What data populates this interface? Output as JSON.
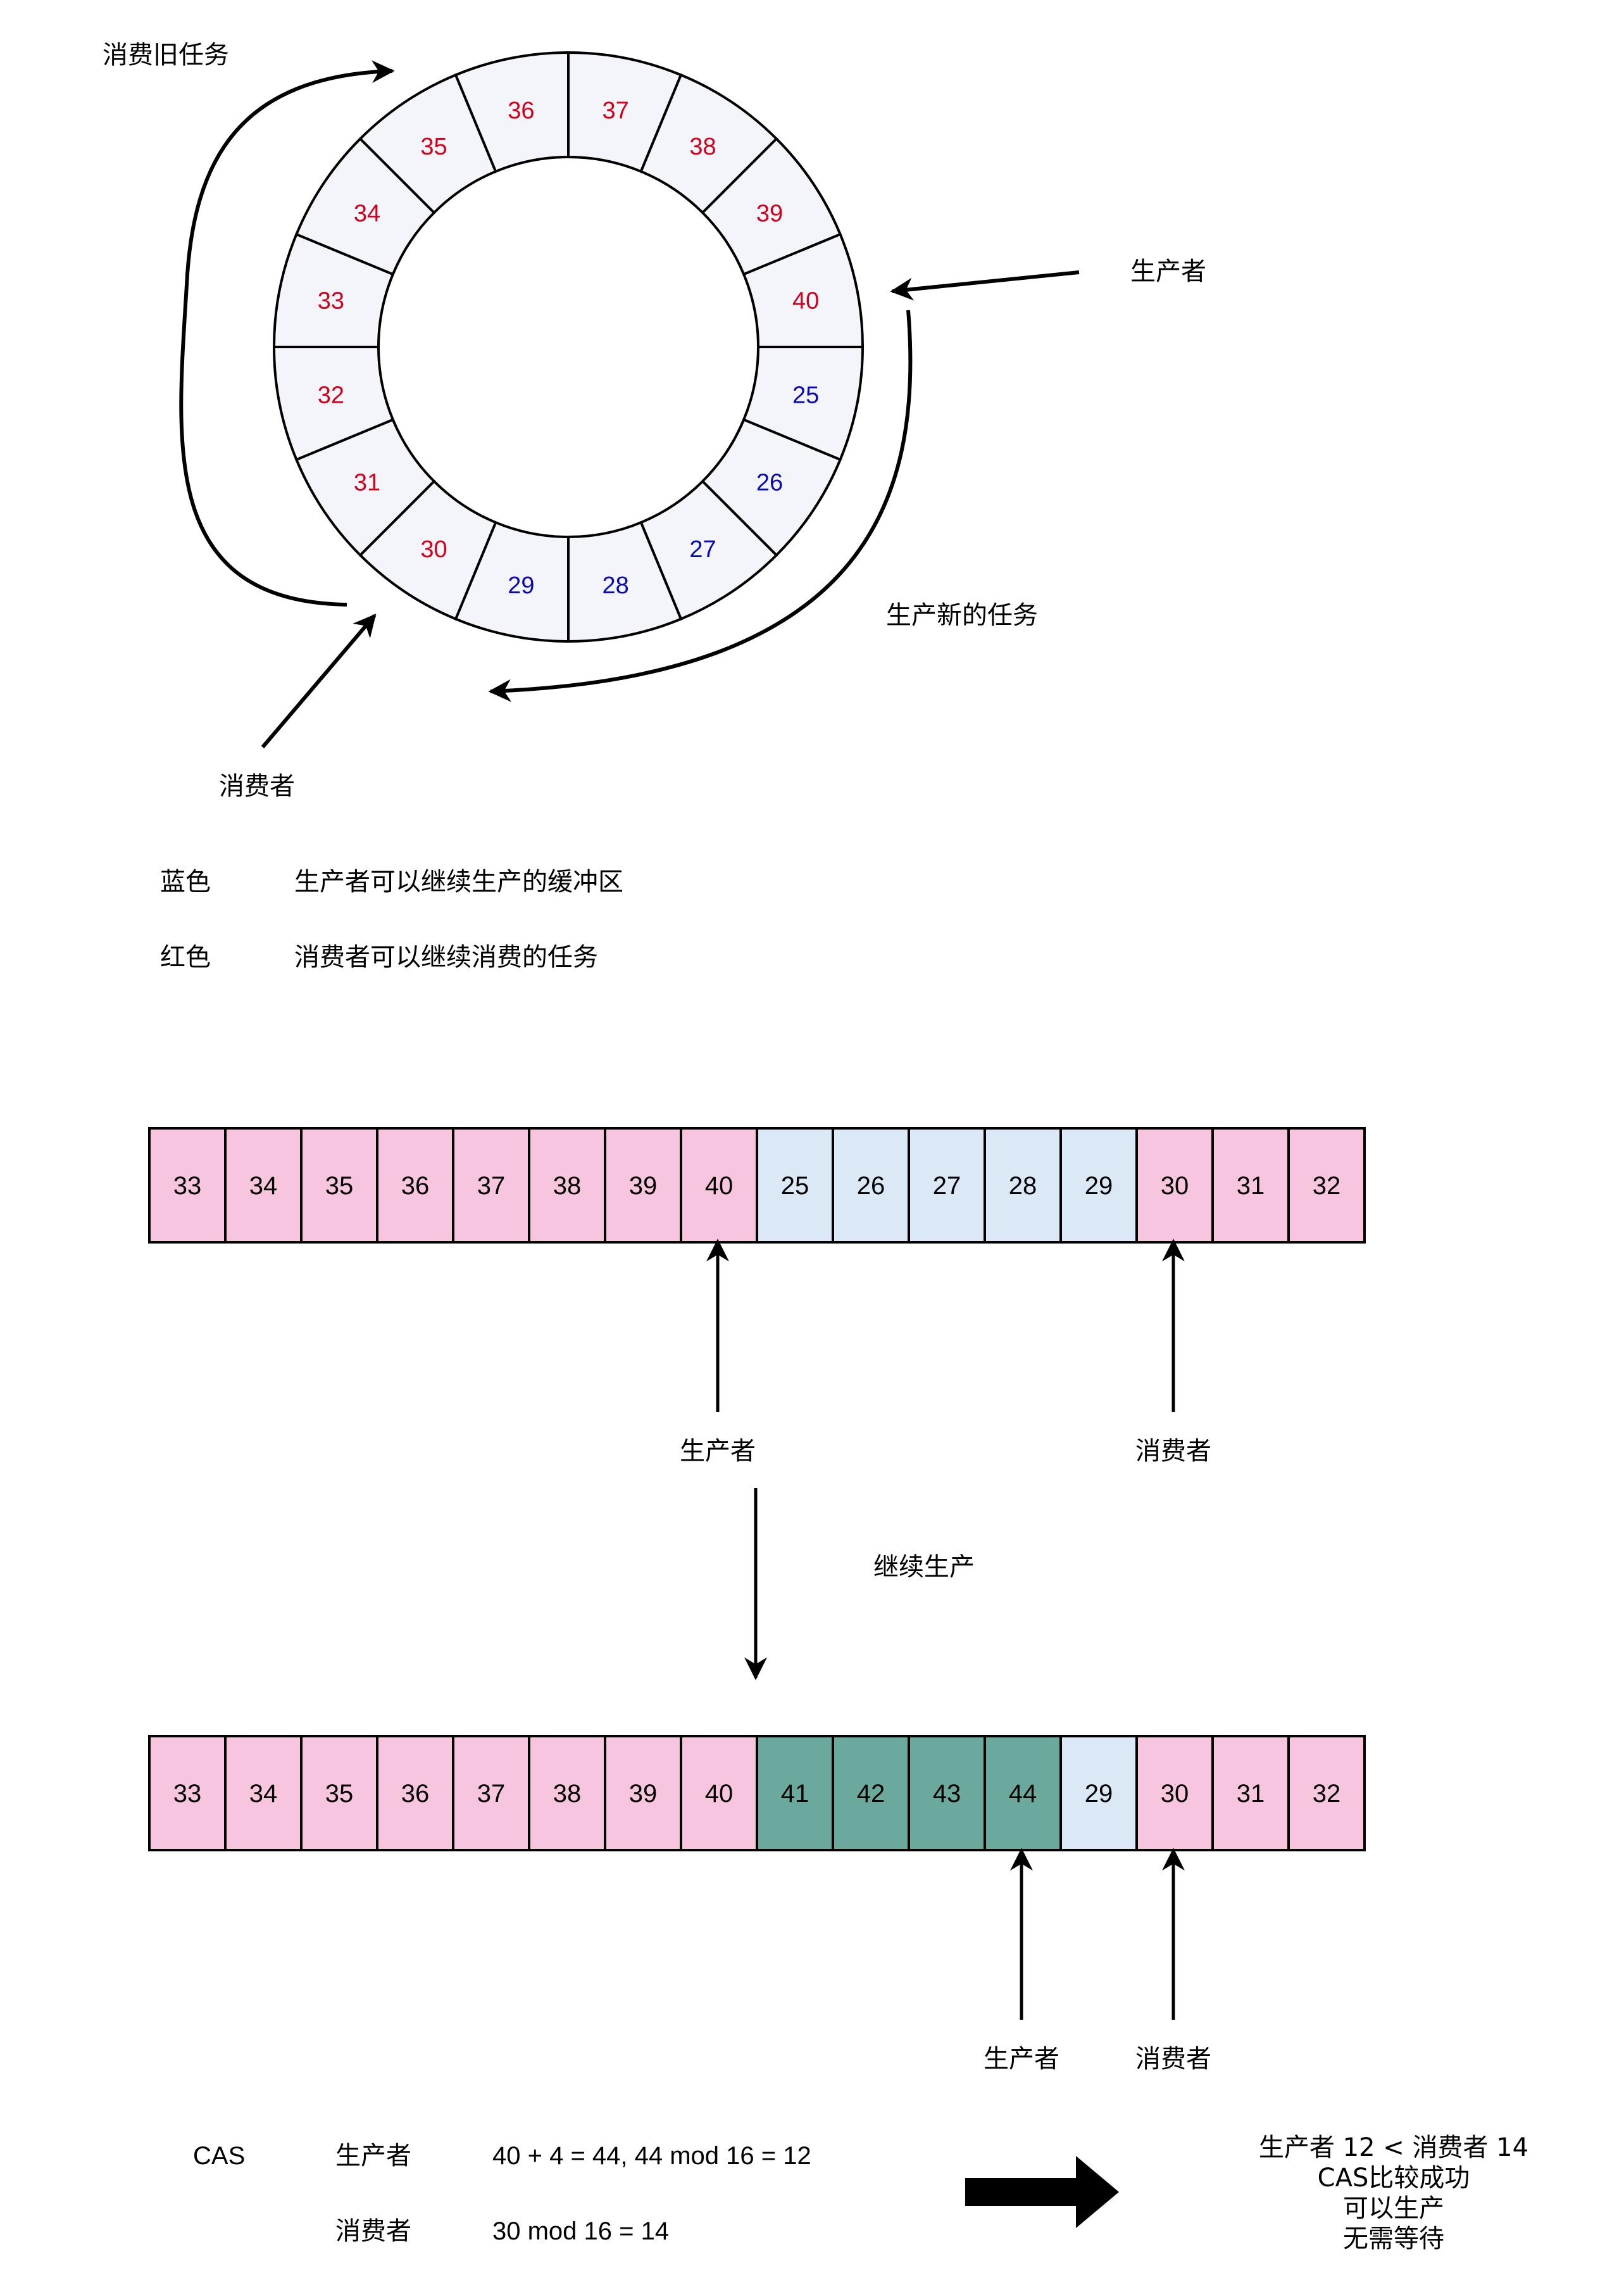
{
  "colors": {
    "red": "#d4001a",
    "blue": "#0a0ab5",
    "ring_fill": "#f4f5fa",
    "consumable_fill": "#f8c5de",
    "producible_fill": "#dbe8f6",
    "produced_fill": "#6aa99b"
  },
  "ring": {
    "slots": [
      {
        "label": "37",
        "kind": "red"
      },
      {
        "label": "38",
        "kind": "red"
      },
      {
        "label": "39",
        "kind": "red"
      },
      {
        "label": "40",
        "kind": "red"
      },
      {
        "label": "25",
        "kind": "blue"
      },
      {
        "label": "26",
        "kind": "blue"
      },
      {
        "label": "27",
        "kind": "blue"
      },
      {
        "label": "28",
        "kind": "blue"
      },
      {
        "label": "29",
        "kind": "blue"
      },
      {
        "label": "30",
        "kind": "red"
      },
      {
        "label": "31",
        "kind": "red"
      },
      {
        "label": "32",
        "kind": "red"
      },
      {
        "label": "33",
        "kind": "red"
      },
      {
        "label": "34",
        "kind": "red"
      },
      {
        "label": "35",
        "kind": "red"
      },
      {
        "label": "36",
        "kind": "red"
      }
    ],
    "consume_old_label": "消费旧任务",
    "producer_label": "生产者",
    "produce_new_label": "生产新的任务",
    "consumer_label": "消费者"
  },
  "legend": [
    {
      "key": "蓝色",
      "text": "生产者可以继续生产的缓冲区",
      "color": "blue"
    },
    {
      "key": "红色",
      "text": "消费者可以继续消费的任务",
      "color": "red"
    }
  ],
  "array1": {
    "cells": [
      {
        "label": "33",
        "kind": "consumable"
      },
      {
        "label": "34",
        "kind": "consumable"
      },
      {
        "label": "35",
        "kind": "consumable"
      },
      {
        "label": "36",
        "kind": "consumable"
      },
      {
        "label": "37",
        "kind": "consumable"
      },
      {
        "label": "38",
        "kind": "consumable"
      },
      {
        "label": "39",
        "kind": "consumable"
      },
      {
        "label": "40",
        "kind": "consumable"
      },
      {
        "label": "25",
        "kind": "producible"
      },
      {
        "label": "26",
        "kind": "producible"
      },
      {
        "label": "27",
        "kind": "producible"
      },
      {
        "label": "28",
        "kind": "producible"
      },
      {
        "label": "29",
        "kind": "producible"
      },
      {
        "label": "30",
        "kind": "consumable"
      },
      {
        "label": "31",
        "kind": "consumable"
      },
      {
        "label": "32",
        "kind": "consumable"
      }
    ],
    "producer_label": "生产者",
    "consumer_label": "消费者"
  },
  "continue_label": "继续生产",
  "array2": {
    "cells": [
      {
        "label": "33",
        "kind": "consumable"
      },
      {
        "label": "34",
        "kind": "consumable"
      },
      {
        "label": "35",
        "kind": "consumable"
      },
      {
        "label": "36",
        "kind": "consumable"
      },
      {
        "label": "37",
        "kind": "consumable"
      },
      {
        "label": "38",
        "kind": "consumable"
      },
      {
        "label": "39",
        "kind": "consumable"
      },
      {
        "label": "40",
        "kind": "consumable"
      },
      {
        "label": "41",
        "kind": "produced"
      },
      {
        "label": "42",
        "kind": "produced"
      },
      {
        "label": "43",
        "kind": "produced"
      },
      {
        "label": "44",
        "kind": "produced"
      },
      {
        "label": "29",
        "kind": "producible"
      },
      {
        "label": "30",
        "kind": "consumable"
      },
      {
        "label": "31",
        "kind": "consumable"
      },
      {
        "label": "32",
        "kind": "consumable"
      }
    ],
    "producer_label": "生产者",
    "consumer_label": "消费者"
  },
  "cas": {
    "title": "CAS",
    "producer_label": "生产者",
    "producer_formula": "40 + 4 = 44, 44 mod 16 = 12",
    "consumer_label": "消费者",
    "consumer_formula": "30 mod 16 = 14",
    "result_lines": [
      "生产者 12 < 消费者 14",
      "CAS比较成功",
      "可以生产",
      "无需等待"
    ]
  }
}
